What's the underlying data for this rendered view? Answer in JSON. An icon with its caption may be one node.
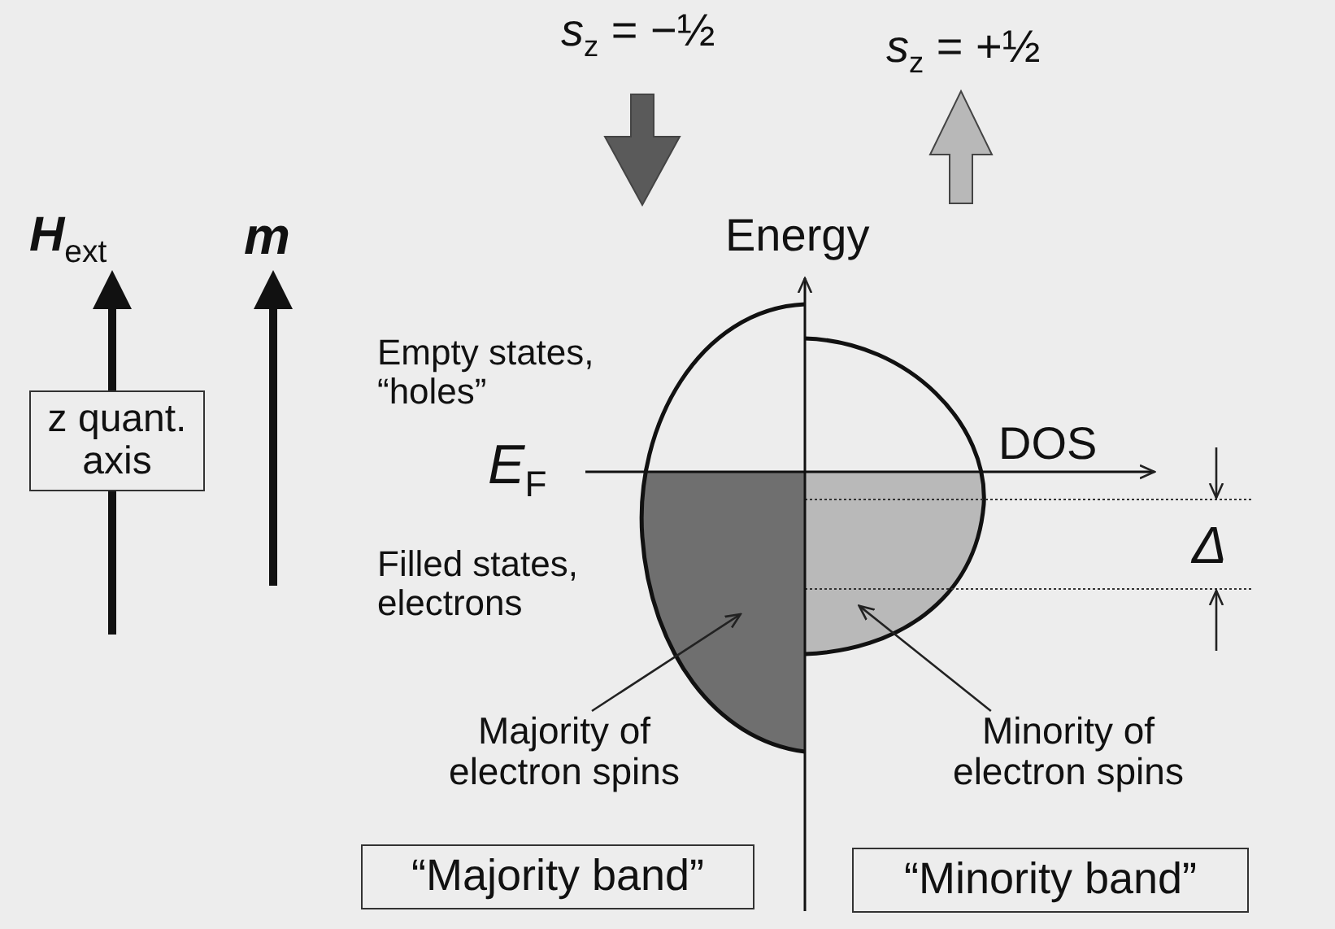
{
  "diagram": {
    "nodes": [
      {
        "text": [
          "z quant. axis"
        ]
      },
      {
        "text": [
          "Majority of electron spins"
        ]
      },
      {
        "text": [
          "Minority of electron spins"
        ]
      },
      {
        "text": [
          "“Majority band”"
        ]
      },
      {
        "text": [
          "“Minority band”"
        ]
      },
      {
        "text": [],
        "shape": "picture"
      },
      {
        "text": [],
        "shape": "picture"
      }
    ],
    "edges": [
      {
        "from": 1,
        "to": 5,
        "arrow": "to"
      },
      {
        "from": 2,
        "to": 6,
        "arrow": "to"
      }
    ],
    "labels": [
      "**H**$_{ext}$",
      "m",
      "*s*$_{z}$ = −½",
      "*s*$_{z}$ = +½",
      "Energy",
      "Empty states, “holes”",
      "*E*$_{F}$",
      "DOS",
      "Filled states, electrons",
      "Δ"
    ]
  }
}
